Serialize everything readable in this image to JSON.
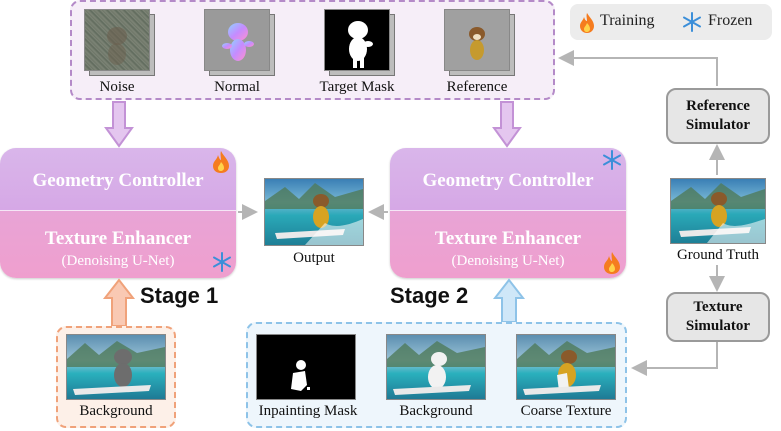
{
  "legend": {
    "training": "Training",
    "frozen": "Frozen"
  },
  "inputs": {
    "noise": "Noise",
    "normal": "Normal",
    "target_mask": "Target Mask",
    "reference": "Reference"
  },
  "stage1": {
    "label": "Stage 1",
    "geometry_controller": "Geometry Controller",
    "texture_enhancer": "Texture Enhancer",
    "denoising": "(Denoising U-Net)",
    "background": "Background"
  },
  "stage2": {
    "label": "Stage 2",
    "geometry_controller": "Geometry Controller",
    "texture_enhancer": "Texture Enhancer",
    "denoising": "(Denoising U-Net)",
    "inpainting_mask": "Inpainting Mask",
    "background": "Background",
    "coarse_texture": "Coarse Texture"
  },
  "output": "Output",
  "ground_truth": "Ground Truth",
  "reference_simulator": {
    "line1": "Reference",
    "line2": "Simulator"
  },
  "texture_simulator": {
    "line1": "Texture",
    "line2": "Simulator"
  },
  "colors": {
    "controller_top": "#d6a8e6",
    "controller_bottom": "#ef9fce",
    "training_arrow": "#f4b6a0",
    "frozen_arrow": "#b8dcf5",
    "top_arrow": "#d2a6e0"
  }
}
